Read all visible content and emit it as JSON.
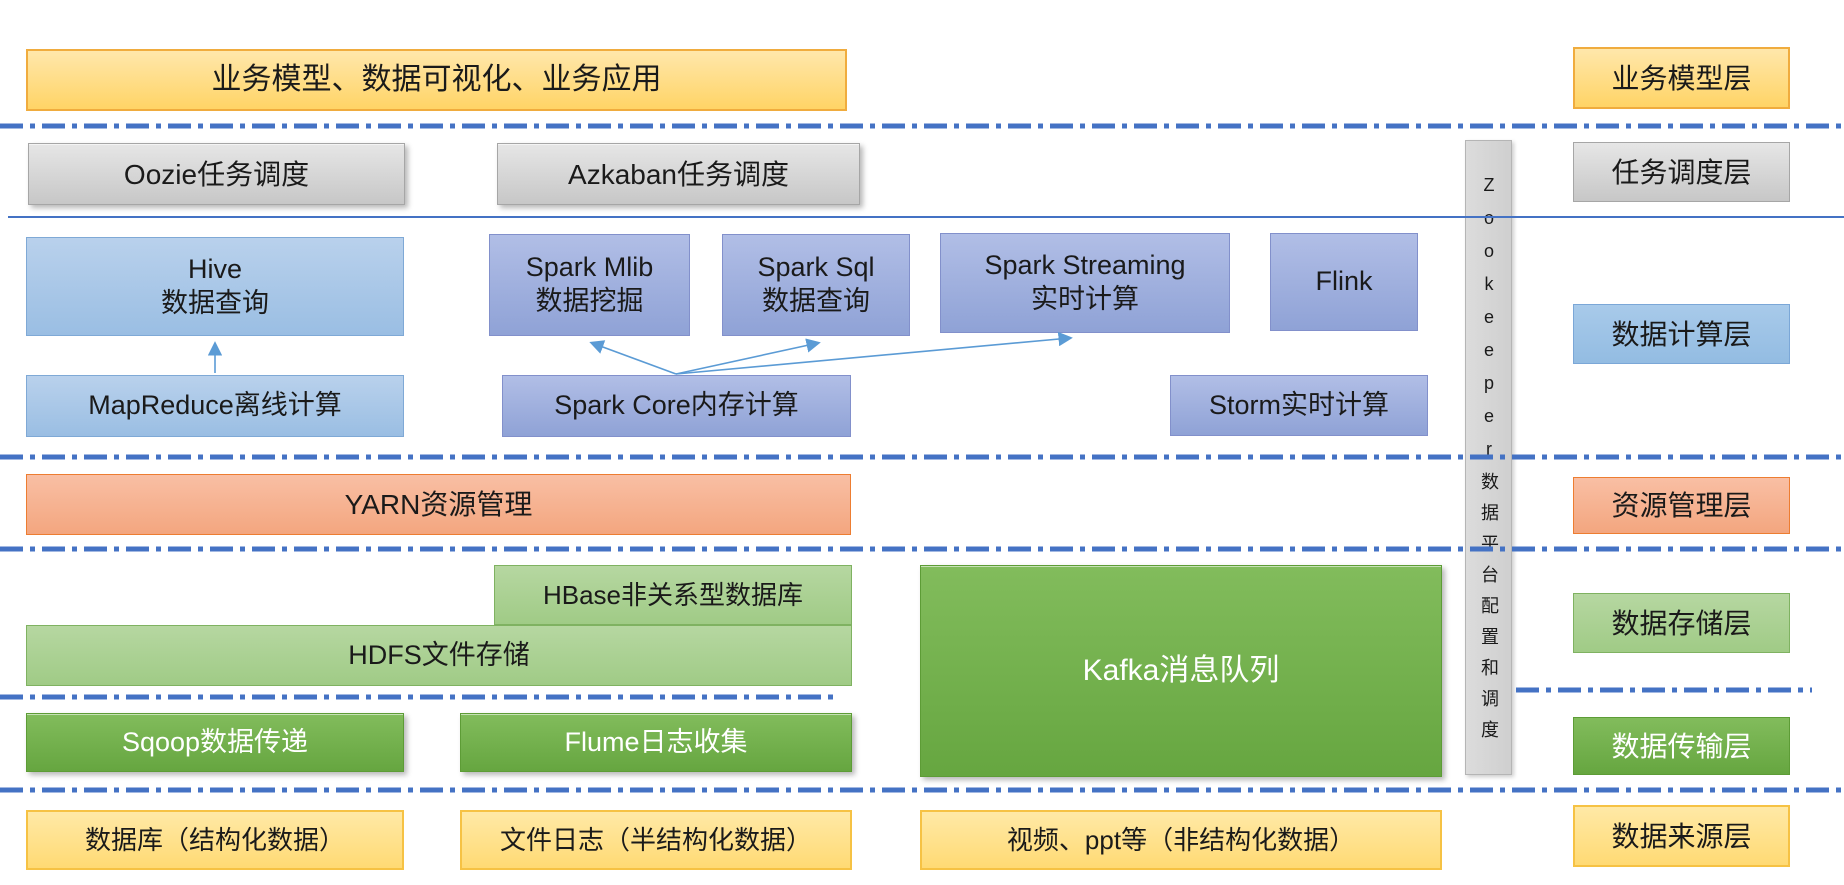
{
  "diagram": {
    "nodes": {
      "business_app": "业务模型、数据可视化、业务应用",
      "oozie": "Oozie任务调度",
      "azkaban": "Azkaban任务调度",
      "hive_line1": "Hive",
      "hive_line2": "数据查询",
      "spark_mlib_line1": "Spark Mlib",
      "spark_mlib_line2": "数据挖掘",
      "spark_sql_line1": "Spark Sql",
      "spark_sql_line2": "数据查询",
      "spark_streaming_line1": "Spark Streaming",
      "spark_streaming_line2": "实时计算",
      "flink": "Flink",
      "mapreduce": "MapReduce离线计算",
      "spark_core": "Spark Core内存计算",
      "storm": "Storm实时计算",
      "yarn": "YARN资源管理",
      "hbase": "HBase非关系型数据库",
      "hdfs": "HDFS文件存储",
      "kafka": "Kafka消息队列",
      "sqoop": "Sqoop数据传递",
      "flume": "Flume日志收集",
      "db_source": "数据库（结构化数据）",
      "file_source": "文件日志（半结构化数据）",
      "media_source": "视频、ppt等（非结构化数据）",
      "zookeeper": "Zookeeper数据平台配置和调度"
    },
    "layer_labels": {
      "business": "业务模型层",
      "scheduling": "任务调度层",
      "computing": "数据计算层",
      "resource": "资源管理层",
      "storage": "数据存储层",
      "transmission": "数据传输层",
      "source": "数据来源层"
    },
    "colors": {
      "divider_blue": "#4472C4",
      "arrow_blue": "#5B9BD5",
      "yellow": "#FFD966",
      "gray": "#D0D0D0",
      "light_blue": "#A8C6E8",
      "periwinkle": "#9FAEDC",
      "salmon": "#F4A781",
      "light_green": "#A9D18E",
      "green": "#70AD47"
    }
  }
}
